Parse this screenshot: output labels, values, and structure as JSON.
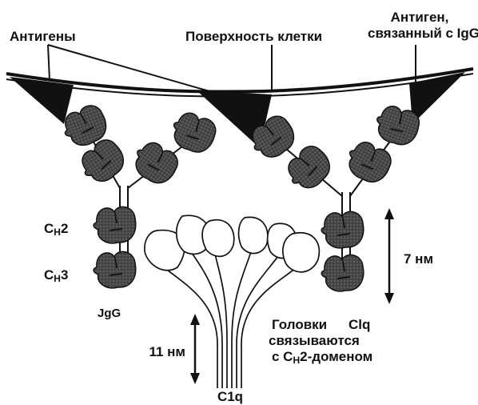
{
  "labels": {
    "antigens": "Антигены",
    "cell_surface": "Поверхность клетки",
    "bound_antigen_line1": "Антиген,",
    "bound_antigen_line2": "связанный с IgG",
    "ch2_base": "C",
    "ch2_sub": "H",
    "ch2_num": "2",
    "ch3_base": "C",
    "ch3_sub": "H",
    "ch3_num": "3",
    "igg": "JgG",
    "dist_7nm": "7 нм",
    "dist_11nm": "11 нм",
    "heads_line1": "Головки",
    "heads_c1q": "Clq",
    "heads_line2": "связываются",
    "heads_line3_pre": "с C",
    "heads_line3_sub": "H",
    "heads_line3_post": "2-доменом",
    "c1q": "C1q"
  },
  "colors": {
    "ink": "#111111",
    "domain_fill": "#474747",
    "domain_dot": "#7a7a7a",
    "c1q_fill": "#ffffff"
  }
}
